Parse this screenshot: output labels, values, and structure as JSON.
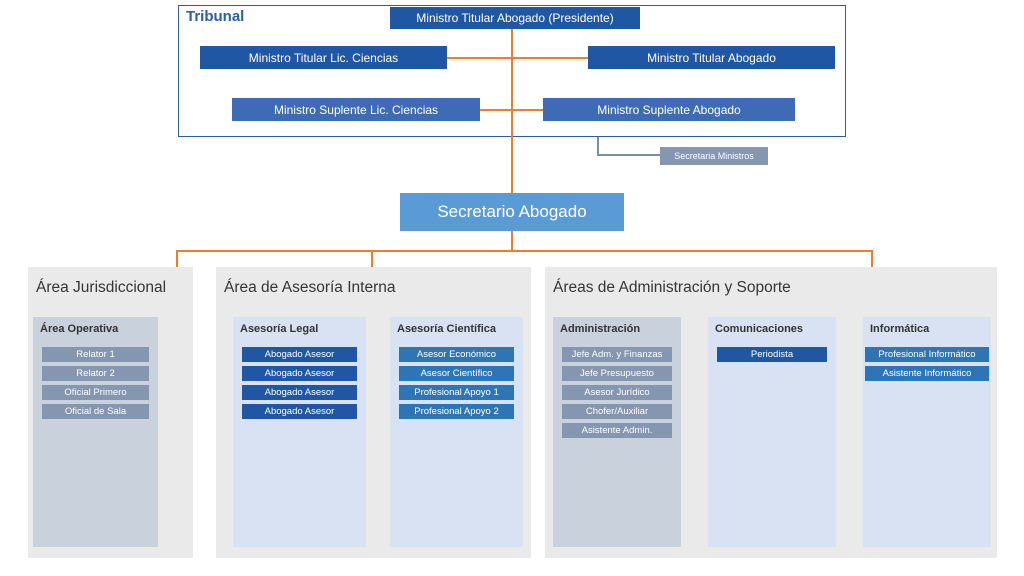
{
  "tribunal": {
    "title": "Tribunal",
    "president": "Ministro Titular Abogado (Presidente)",
    "titular_left": "Ministro Titular Lic. Ciencias",
    "titular_right": "Ministro Titular Abogado",
    "suplente_left": "Ministro Suplente Lic. Ciencias",
    "suplente_right": "Ministro Suplente Abogado"
  },
  "secretaria_ministros": "Secretaria Ministros",
  "secretario_abogado": "Secretario Abogado",
  "areas": [
    {
      "title": "Área Jurisdiccional",
      "groups": [
        {
          "title": "Área Operativa",
          "style": "gray",
          "item_style": "gray",
          "items": [
            "Relator 1",
            "Relator 2",
            "Oficial Primero",
            "Oficial de Sala"
          ]
        }
      ]
    },
    {
      "title": "Área de Asesoría Interna",
      "groups": [
        {
          "title": "Asesoría Legal",
          "style": "blue",
          "item_style": "dark",
          "items": [
            "Abogado Asesor",
            "Abogado Asesor",
            "Abogado Asesor",
            "Abogado Asesor"
          ]
        },
        {
          "title": "Asesoría Científica",
          "style": "blue",
          "item_style": "bright",
          "items": [
            "Asesor Económico",
            "Asesor Científico",
            "Profesional Apoyo 1",
            "Profesional Apoyo 2"
          ]
        }
      ]
    },
    {
      "title": "Áreas de Administración y Soporte",
      "groups": [
        {
          "title": "Administración",
          "style": "gray",
          "item_style": "gray",
          "items": [
            "Jefe Adm. y Finanzas",
            "Jefe Presupuesto",
            "Asesor Jurídico",
            "Chofer/Auxiliar",
            "Asistente Admin."
          ]
        },
        {
          "title": "Comunicaciones",
          "style": "blue",
          "item_style": "dark",
          "items": [
            "Periodista"
          ]
        },
        {
          "title": "Informática",
          "style": "blue",
          "item_style": "bright",
          "items": [
            "Profesional Informático",
            "Asistente Informático"
          ]
        }
      ]
    }
  ],
  "colors": {
    "dark_blue": "#2057A5",
    "medium_blue": "#3D6CB5",
    "bright_blue": "#2E75B6",
    "light_blue": "#5B9BD5",
    "gray_blue": "#8496B0",
    "orange": "#ED7D31",
    "tribunal_border": "#2E5CA6",
    "panel_gray": "#EAEAEA",
    "subpanel_gray": "#C9D1DD",
    "subpanel_blue": "#D9E2F3"
  }
}
